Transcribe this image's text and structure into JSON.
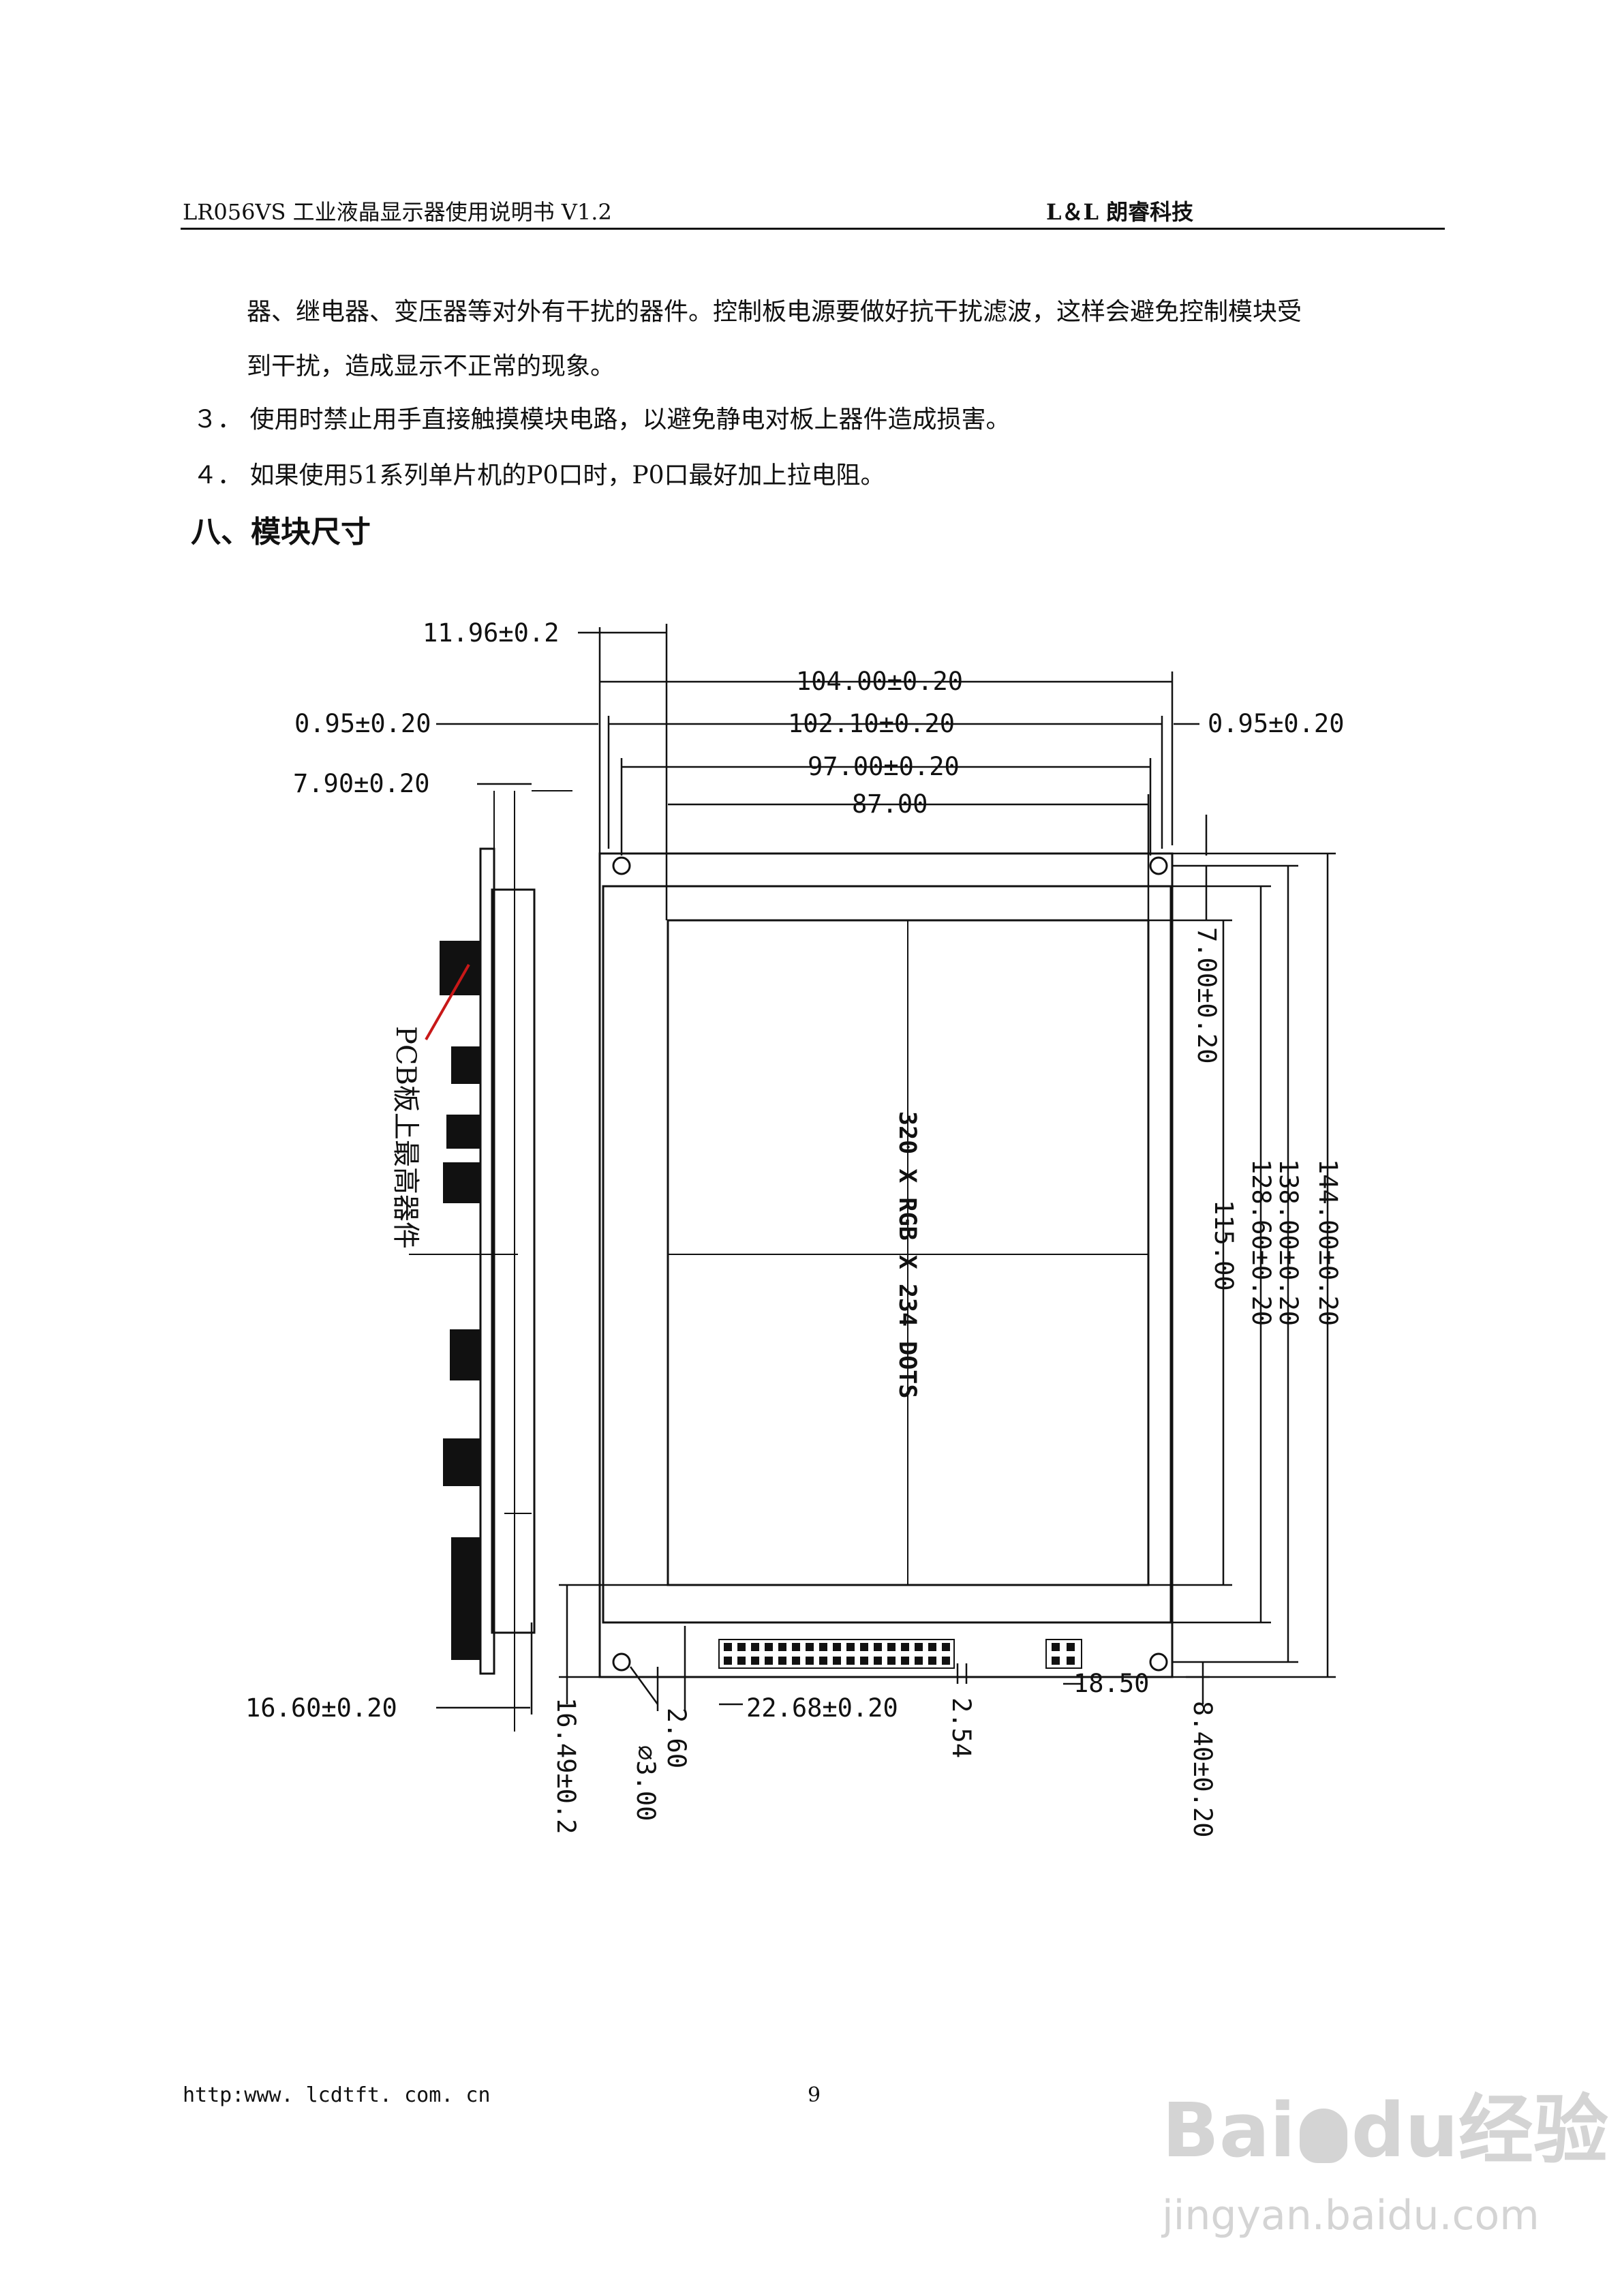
{
  "header": {
    "left": "LR056VS 工业液晶显示器使用说明书   V1.2",
    "right": "L＆L 朗睿科技"
  },
  "body": {
    "line1": "器、继电器、变压器等对外有干扰的器件。控制板电源要做好抗干扰滤波，这样会避免控制模块受",
    "line2": "到干扰，造成显示不正常的现象。",
    "item3": "３．   使用时禁止用手直接触摸模块电路，以避免静电对板上器件造成损害。",
    "item4": "４．    如果使用51系列单片机的P0口时，P0口最好加上拉电阻。",
    "section_heading": "八、模块尺寸"
  },
  "drawing": {
    "dims": {
      "d_11_96": "11.96±0.2",
      "d_104": "104.00±0.20",
      "d_095_left": "0.95±0.20",
      "d_102_10": "102.10±0.20",
      "d_095_right": "0.95±0.20",
      "d_790": "7.90±0.20",
      "d_97": "97.00±0.20",
      "d_87": "87.00",
      "d_700": "7.00±0.20",
      "d_115": "115.00",
      "d_128_60": "128.60±0.20",
      "d_138": "138.00±0.20",
      "d_144": "144.00±0.20",
      "d_16_60": "16.60±0.20",
      "d_16_49": "16.49±0.2",
      "d_2_60": "2.60",
      "d_3_00": "∅3.00",
      "d_22_68": "22.68±0.20",
      "d_2_54": "2.54",
      "d_18_50": "18.50",
      "d_8_40": "8.40±0.20"
    },
    "screen_label": "320 X RGB X 234 DOTS",
    "pcb_label": "PCB板上最高器件"
  },
  "footer": {
    "url": "http:www. lcdtft. com. cn",
    "page_number": "9"
  },
  "watermark": {
    "brand": "Bai",
    "brand2": "du",
    "jingyan": "经验",
    "url": "jingyan.baidu.com"
  }
}
